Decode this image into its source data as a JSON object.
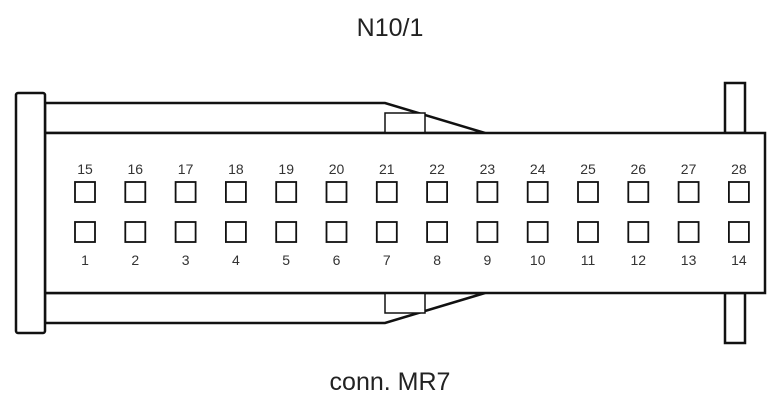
{
  "header": {
    "title": "N10/1"
  },
  "footer": {
    "caption": "conn. MR7"
  },
  "connector": {
    "top_row": [
      "15",
      "16",
      "17",
      "18",
      "19",
      "20",
      "21",
      "22",
      "23",
      "24",
      "25",
      "26",
      "27",
      "28"
    ],
    "bottom_row": [
      "1",
      "2",
      "3",
      "4",
      "5",
      "6",
      "7",
      "8",
      "9",
      "10",
      "11",
      "12",
      "13",
      "14"
    ]
  }
}
